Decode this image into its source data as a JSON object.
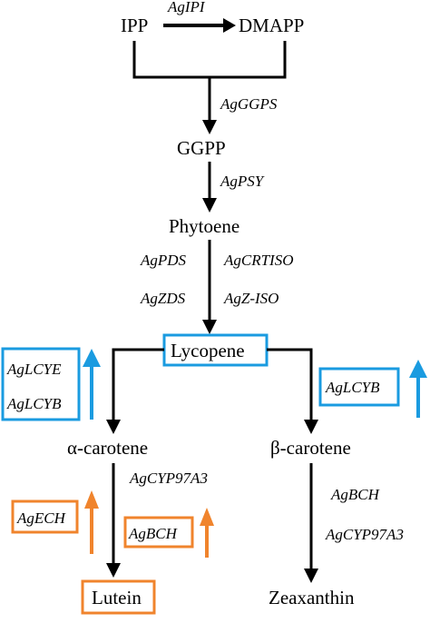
{
  "colors": {
    "line": "#000000",
    "highlight_box_blue": "#1a9be0",
    "highlight_box_orange": "#f0842d",
    "up_arrow_blue": "#1a9be0",
    "up_arrow_orange": "#f0842d"
  },
  "nodes": {
    "ipp": "IPP",
    "dmapp": "DMAPP",
    "ggpp": "GGPP",
    "phytoene": "Phytoene",
    "lycopene": "Lycopene",
    "alpha_carotene": "α-carotene",
    "beta_carotene": "β-carotene",
    "lutein": "Lutein",
    "zeaxanthin": "Zeaxanthin"
  },
  "enzymes": {
    "ipi": "AgIPI",
    "ggps": "AgGGPS",
    "psy": "AgPSY",
    "pds": "AgPDS",
    "crtiso": "AgCRTISO",
    "zds": "AgZDS",
    "ziso": "AgZ-ISO",
    "lcye_left": "AgLCYE",
    "lcyb_left": "AgLCYB",
    "lcyb_right": "AgLCYB",
    "cyp97a3_left": "AgCYP97A3",
    "ech": "AgECH",
    "bch_left": "AgBCH",
    "bch_right": "AgBCH",
    "cyp97a3_right": "AgCYP97A3"
  },
  "upregulated": [
    "lcye_left",
    "lcyb_left",
    "lcyb_right",
    "ech",
    "bch_left"
  ]
}
